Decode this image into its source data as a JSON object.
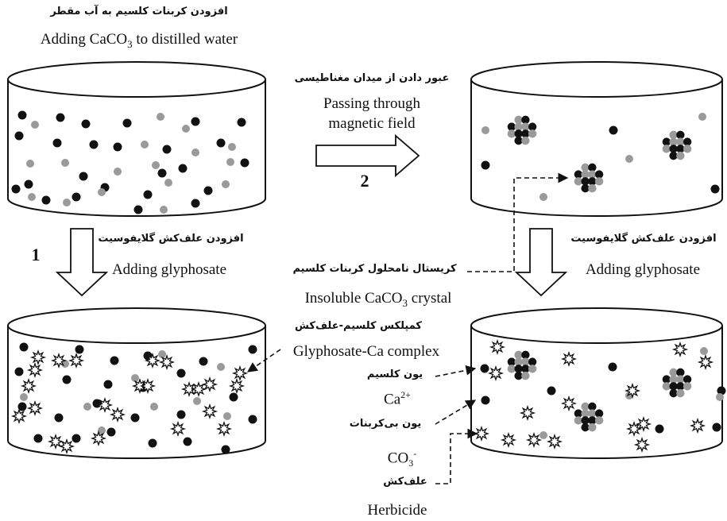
{
  "top_left": {
    "fa": "افزودن کربنات کلسیم به آب مقطر",
    "en_before": "Adding CaCO",
    "en_sub": "3",
    "en_after": " to distilled water"
  },
  "step2": {
    "fa": "عبور دادن از میدان مغناطیسی",
    "en_line1": "Passing through",
    "en_line2": "magnetic field",
    "number": "2"
  },
  "step1": {
    "fa": "افزودن علف‌کش گلایفوسیت",
    "en": "Adding glyphosate",
    "number": "1"
  },
  "right_add": {
    "fa": "افزودن علف‌کش گلایفوسیت",
    "en": "Adding glyphosate"
  },
  "crystal": {
    "fa": "کریستال نامحلول کربنات کلسیم",
    "en_before": "Insoluble CaCO",
    "en_sub": "3",
    "en_after": " crystal"
  },
  "complex": {
    "fa": "کمپلکس کلسیم-علف‌کش",
    "en": "Glyphosate-Ca complex"
  },
  "calcium": {
    "fa": "یون کلسیم",
    "en": "Ca",
    "sup": "2+"
  },
  "bicarbonate": {
    "fa": "یون بی‌کربنات",
    "en": "CO",
    "sub": "3",
    "sup": "-"
  },
  "herbicide": {
    "fa": "علف‌کش",
    "en": "Herbicide"
  },
  "colors": {
    "black_dot": "#111111",
    "gray_dot": "#9a9a9a",
    "outline": "#111111"
  }
}
